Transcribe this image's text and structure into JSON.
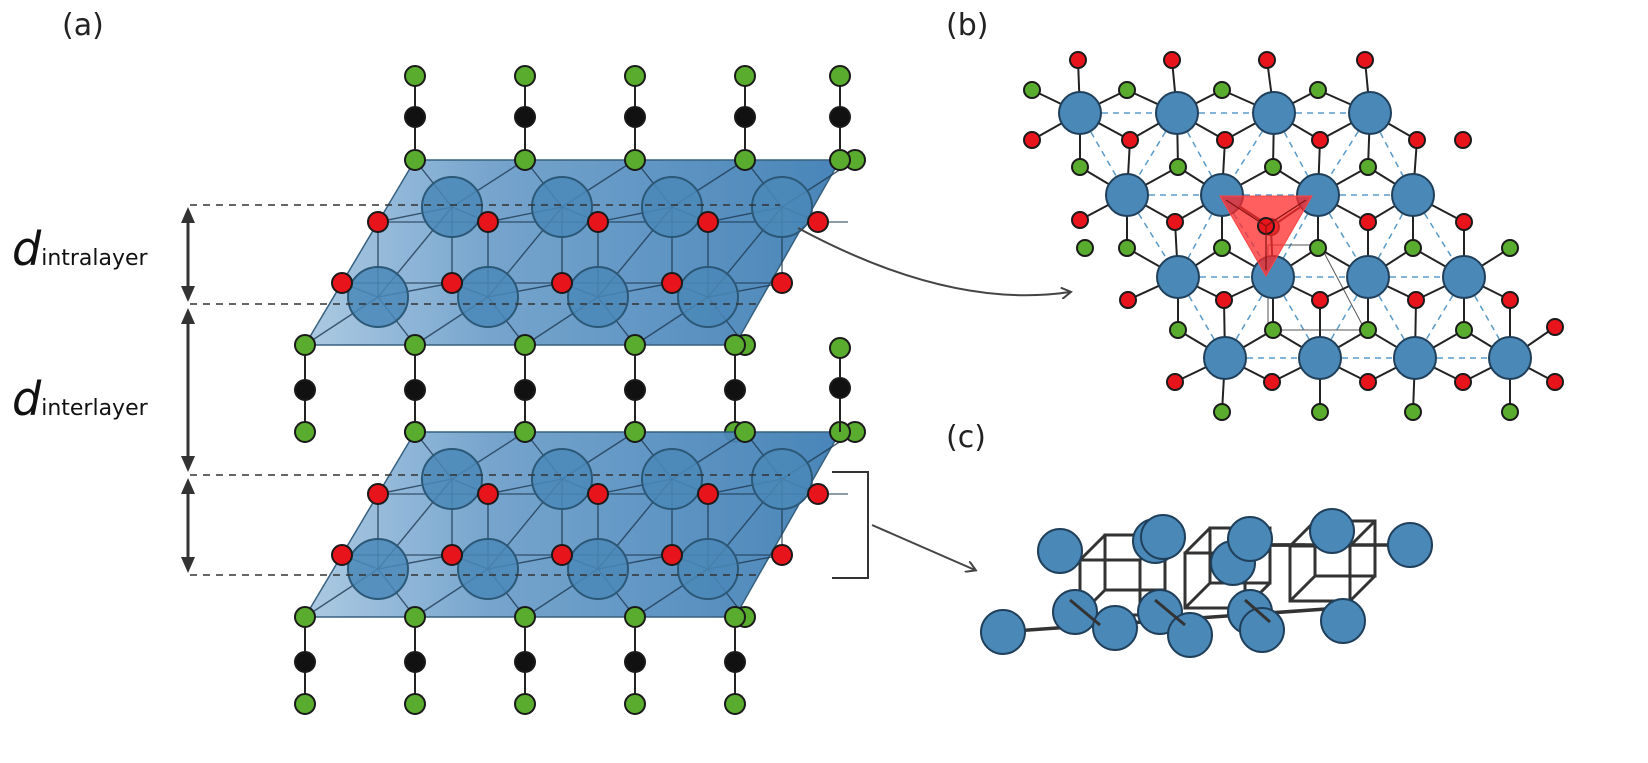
{
  "panels": {
    "a": "(a)",
    "b": "(b)",
    "c": "(c)"
  },
  "dimensions": {
    "intra": {
      "main": "d",
      "sub": "intralayer"
    },
    "inter": {
      "main": "d",
      "sub": "interlayer"
    }
  },
  "colors": {
    "metal": "#4a88b8",
    "metal_stroke": "#2c5878",
    "plane_light": "#a9c8e2",
    "plane_dark": "#3f7fb5",
    "red_atom": "#e8141c",
    "green_atom": "#5aac2e",
    "black_atom": "#111111",
    "triangle": "#ff2a2a"
  }
}
